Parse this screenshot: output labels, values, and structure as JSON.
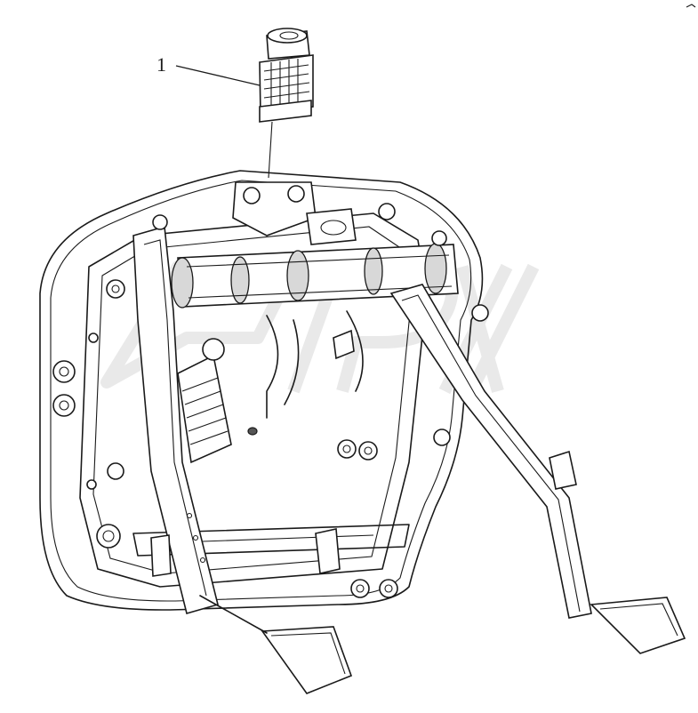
{
  "callouts": [
    {
      "label": "1",
      "part": "switch"
    }
  ],
  "watermark": "brand-logo"
}
